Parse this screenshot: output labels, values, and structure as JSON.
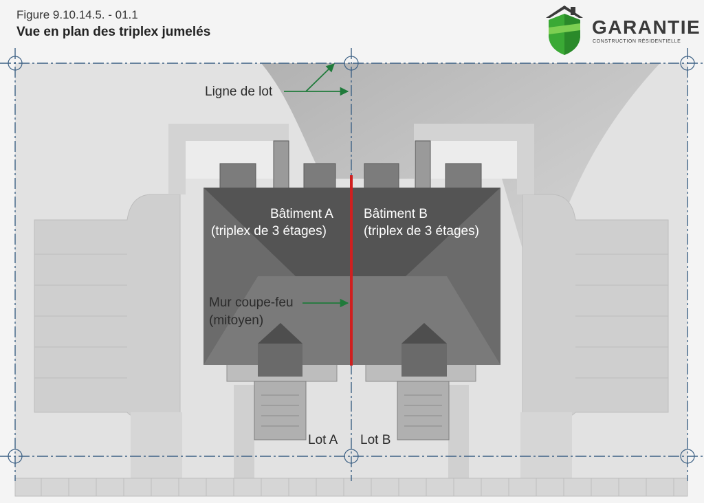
{
  "figure": {
    "number": "Figure 9.10.14.5. - 01.1",
    "title": "Vue en plan des triplex jumelés"
  },
  "logo": {
    "name": "GARANTIE",
    "subtitle": "CONSTRUCTION RÉSIDENTIELLE"
  },
  "labels": {
    "lot_line": "Ligne de lot",
    "building_a_name": "Bâtiment A",
    "building_a_desc": "(triplex de 3 étages)",
    "building_b_name": "Bâtiment B",
    "building_b_desc": "(triplex de 3 étages)",
    "firewall_line1": "Mur coupe-feu",
    "firewall_line2": "(mitoyen)",
    "lot_a": "Lot A",
    "lot_b": "Lot B"
  },
  "colors": {
    "lot_line": "#3d6185",
    "firewall": "#d01f1f",
    "arrow": "#1f7a3a",
    "logo_green": "#3aa935",
    "logo_dark": "#3a3a3a"
  }
}
